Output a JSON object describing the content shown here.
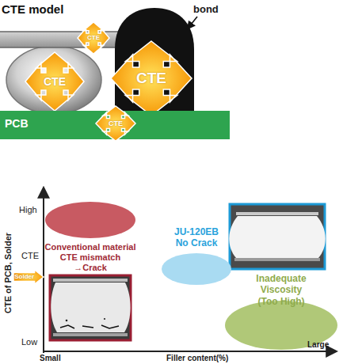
{
  "diagram": {
    "title": "CTE model",
    "nodes": [
      {
        "text": [
          "CTE"
        ]
      },
      {
        "text": [
          "CTE"
        ]
      },
      {
        "text": [
          "CTE"
        ]
      },
      {
        "text": [
          "PCB"
        ]
      },
      {
        "text": [
          "CTE"
        ]
      },
      {
        "text": [
          "Conventional material CTE mismatch →Crack"
        ]
      },
      {
        "text": [
          "JU-120EB No Crack"
        ]
      },
      {
        "text": [
          "Solder"
        ]
      },
      {
        "text": [
          "Inadequate Viscosity (Too High)"
        ]
      }
    ],
    "labels": [
      "bond",
      "CTE of PCB, Solder",
      "High",
      "CTE",
      "Low",
      "Small",
      "Filler content(%)",
      "Large"
    ]
  }
}
